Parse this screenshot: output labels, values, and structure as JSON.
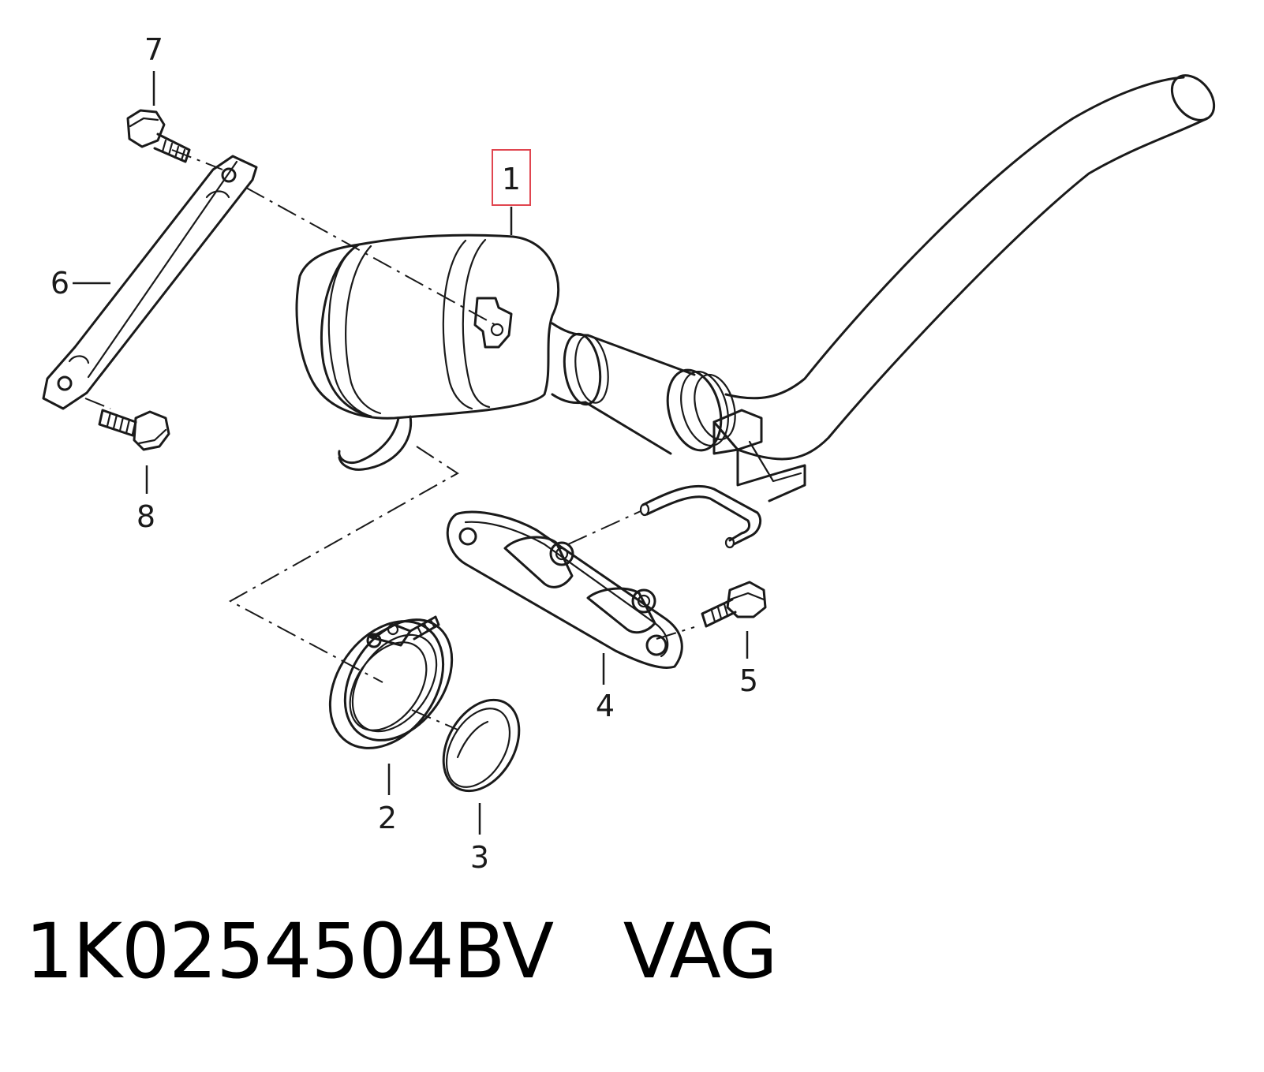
{
  "callouts": [
    "1",
    "2",
    "3",
    "4",
    "5",
    "6",
    "7",
    "8"
  ],
  "caption": {
    "part_number": "1K0254504BV",
    "brand": "VAG"
  },
  "colors": {
    "line": "#1a1a1a",
    "highlight_box": "#e0454f",
    "background": "#ffffff"
  }
}
